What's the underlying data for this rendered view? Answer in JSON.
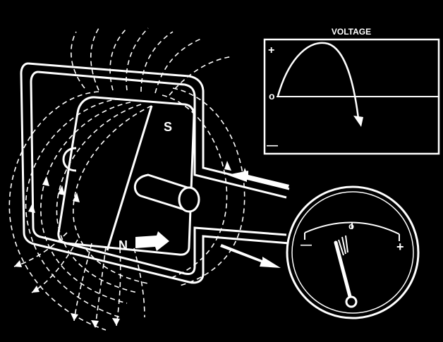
{
  "graph": {
    "title": "VOLTAGE",
    "plus_label": "+",
    "zero_label": "o",
    "minus_label": "—"
  },
  "magnet": {
    "south_label": "S",
    "north_label": "N"
  },
  "meter": {
    "minus_label": "—",
    "zero_label": "o",
    "plus_label": "+"
  },
  "colors": {
    "background": "#000000",
    "lines": "#ffffff"
  }
}
